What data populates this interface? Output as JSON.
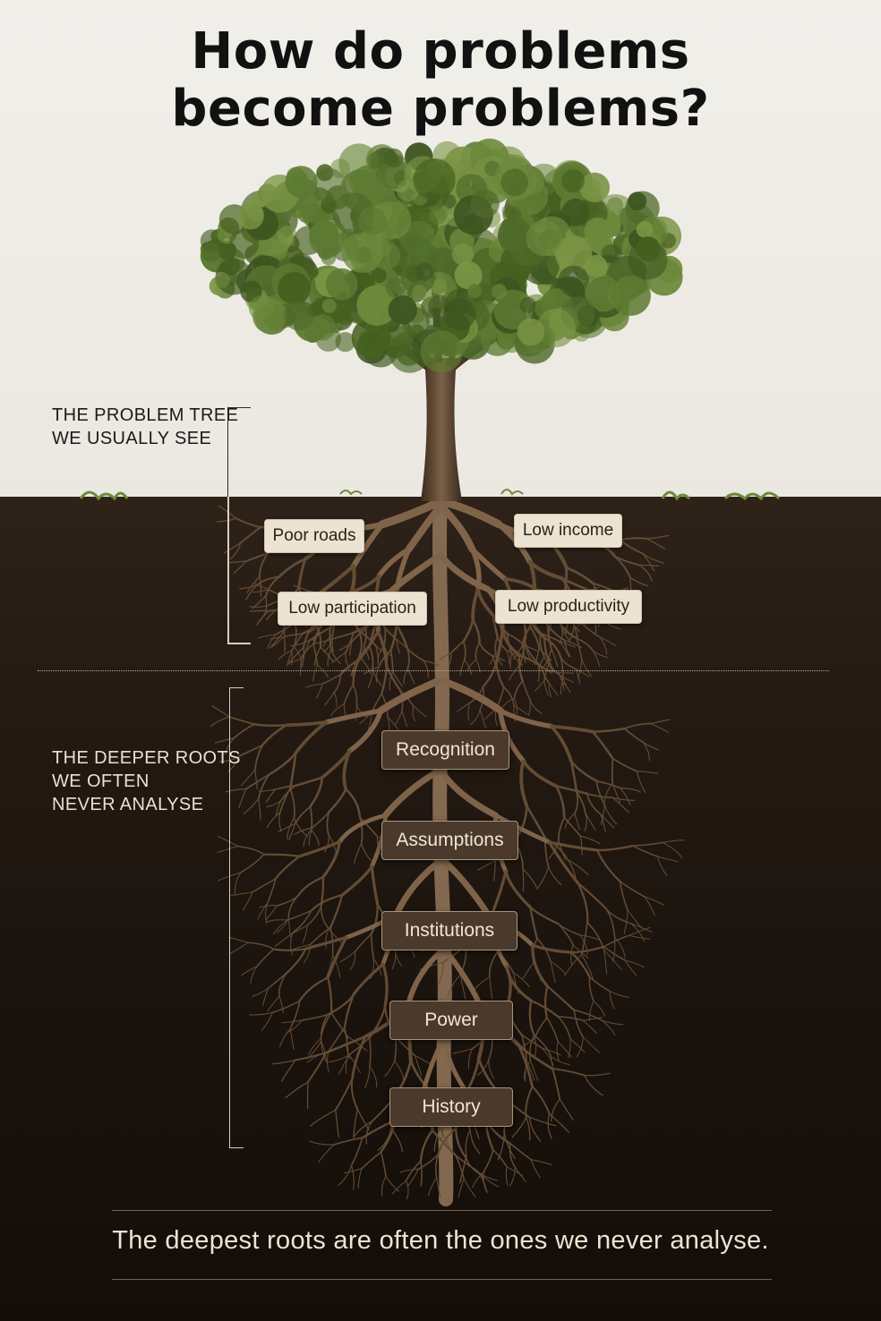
{
  "title": {
    "line1": "How do problems",
    "line2": "become problems?"
  },
  "sections": {
    "surface": {
      "label_line1": "THE PROBLEM TREE",
      "label_line2": "WE USUALLY SEE",
      "items": [
        "Poor roads",
        "Low income",
        "Low participation",
        "Low productivity"
      ]
    },
    "deep": {
      "label_line1": "THE DEEPER ROOTS",
      "label_line2": "WE OFTEN",
      "label_line3": "NEVER ANALYSE",
      "items": [
        "Recognition",
        "Assumptions",
        "Institutions",
        "Power",
        "History"
      ]
    }
  },
  "caption": "The deepest roots are often the ones we never analyse.",
  "colors": {
    "background": "#efede7",
    "soil": "#241a13",
    "foliage": "#4f6a2a",
    "root": "#7a5e44",
    "light_tag": "#ece3d2",
    "dark_tag": "#4b3a2b"
  }
}
